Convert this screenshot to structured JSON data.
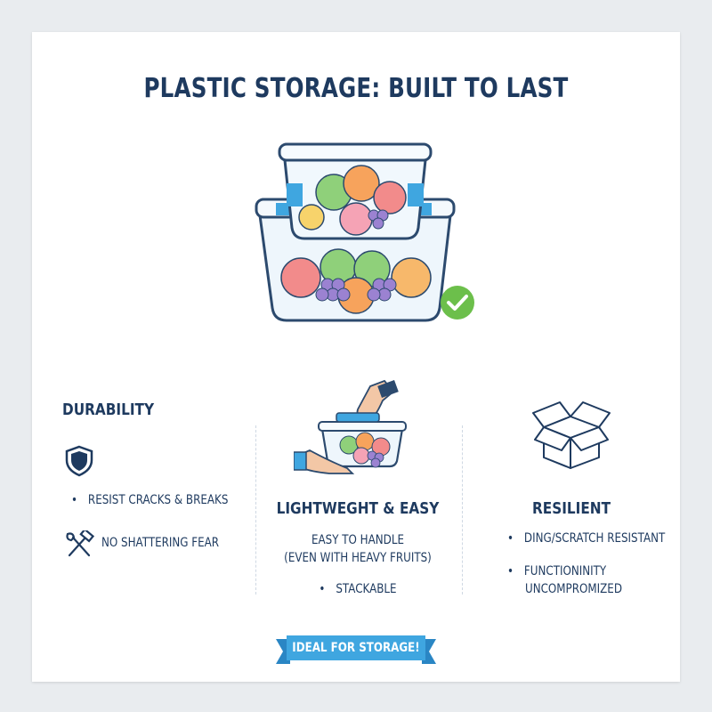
{
  "title": "PLASTIC STORAGE: BUILT TO LAST",
  "durability": {
    "heading": "DURABILITY",
    "items": [
      "RESIST CRACKS & BREAKS",
      "NO SHATTERING FEAR"
    ]
  },
  "lightweight": {
    "heading": "LIGHTWEGHT & EASY",
    "line1": "EASY TO HANDLE",
    "line2": "(EVEN WITH HEAVY FRUITS)",
    "bullet": "STACKABLE"
  },
  "resilient": {
    "heading": "RESILIENT",
    "bullet1": "DING/SCRATCH RESISTANT",
    "bullet2_line1": "FUNCTIONINITY",
    "bullet2_line2": "UNCOMPROMIZED"
  },
  "banner": "IDEAL FOR STORAGE!",
  "colors": {
    "navy": "#1e3a5f",
    "accent_blue": "#3fa6e0",
    "check_green": "#6cbf4b"
  },
  "icons": [
    "checkmark-icon",
    "shield-icon",
    "hammer-wrench-icon",
    "hands-container-icon",
    "open-box-icon"
  ]
}
